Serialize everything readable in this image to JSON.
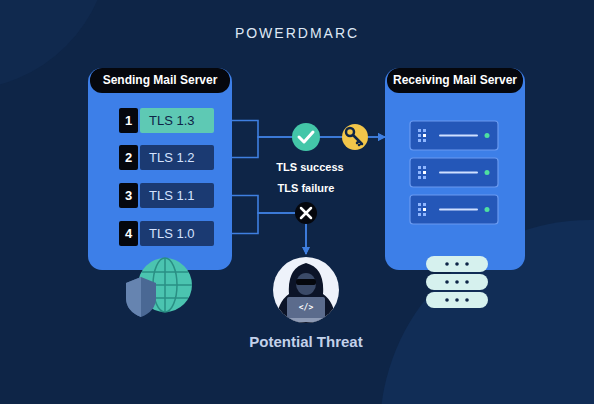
{
  "diagram": {
    "nodes": [
      {
        "text": [
          "Sending Mail Server"
        ]
      },
      {
        "text": [
          "1",
          "TLS 1.3"
        ],
        "in": 0
      },
      {
        "text": [
          "2",
          "TLS 1.2"
        ],
        "in": 0
      },
      {
        "text": [
          "3",
          "TLS 1.1"
        ],
        "in": 0
      },
      {
        "text": [
          "4",
          "TLS 1.0"
        ],
        "in": 0
      },
      {
        "text": [
          "Receiving Mail Server"
        ]
      },
      {
        "text": [
          "Potential Threat"
        ]
      }
    ],
    "edges": [
      {
        "from": 1,
        "to": 5,
        "arrow": "to"
      },
      {
        "from": 2,
        "to": 5,
        "arrow": "to"
      },
      {
        "from": 3,
        "to": 6,
        "arrow": "to"
      },
      {
        "from": 4,
        "to": 6,
        "arrow": "to"
      }
    ],
    "labels": [
      "POWERDMARC",
      "TLS success",
      "TLS failure",
      "</>"
    ]
  }
}
